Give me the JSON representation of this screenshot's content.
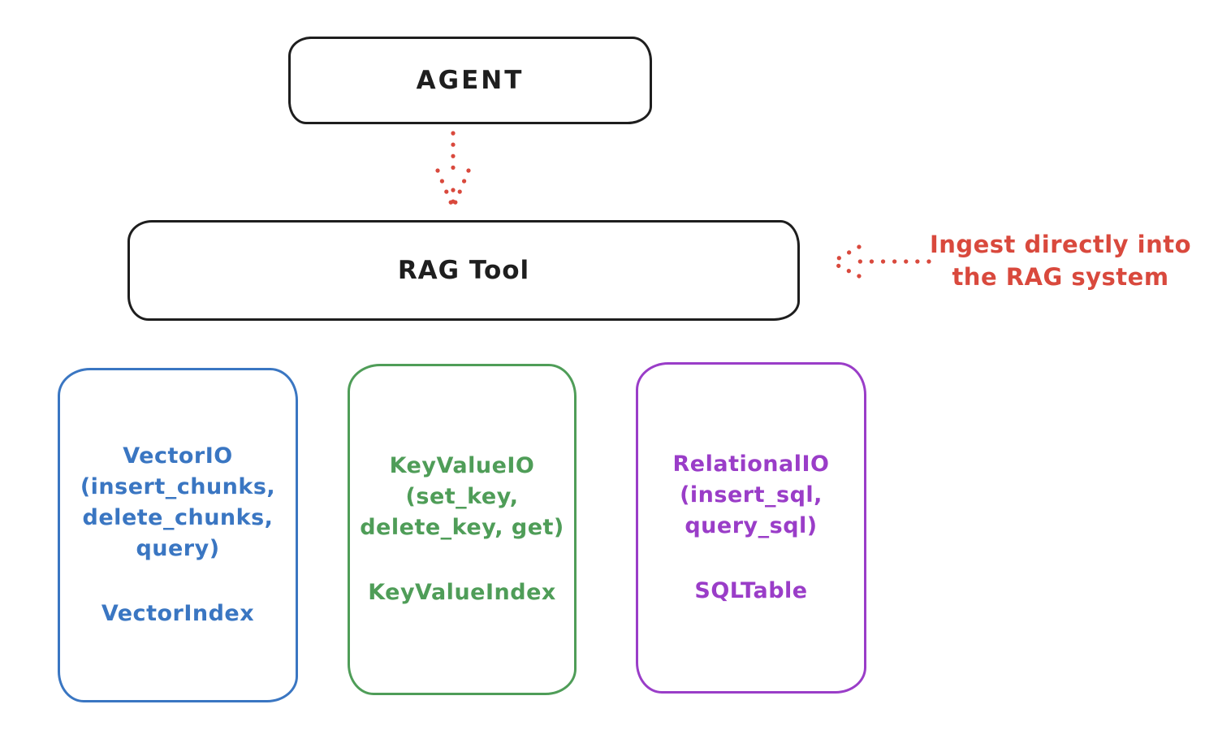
{
  "agent": {
    "label": "AGENT"
  },
  "rag_tool": {
    "label": "RAG Tool"
  },
  "annotation": {
    "line1": "Ingest directly into",
    "line2": "the RAG system"
  },
  "vector_box": {
    "lines": [
      "VectorIO",
      "(insert_chunks,",
      "delete_chunks,",
      "query)"
    ],
    "index": "VectorIndex"
  },
  "keyvalue_box": {
    "lines": [
      "KeyValueIO",
      "(set_key,",
      "delete_key, get)"
    ],
    "index": "KeyValueIndex"
  },
  "relational_box": {
    "lines": [
      "RelationalIO",
      "(insert_sql,",
      "query_sql)"
    ],
    "index": "SQLTable"
  },
  "colors": {
    "stroke_black": "#1e1e1e",
    "red": "#d9493d",
    "blue": "#3a76c2",
    "green": "#4f9d58",
    "purple": "#9a3dc8",
    "bg": "#ffffff"
  }
}
